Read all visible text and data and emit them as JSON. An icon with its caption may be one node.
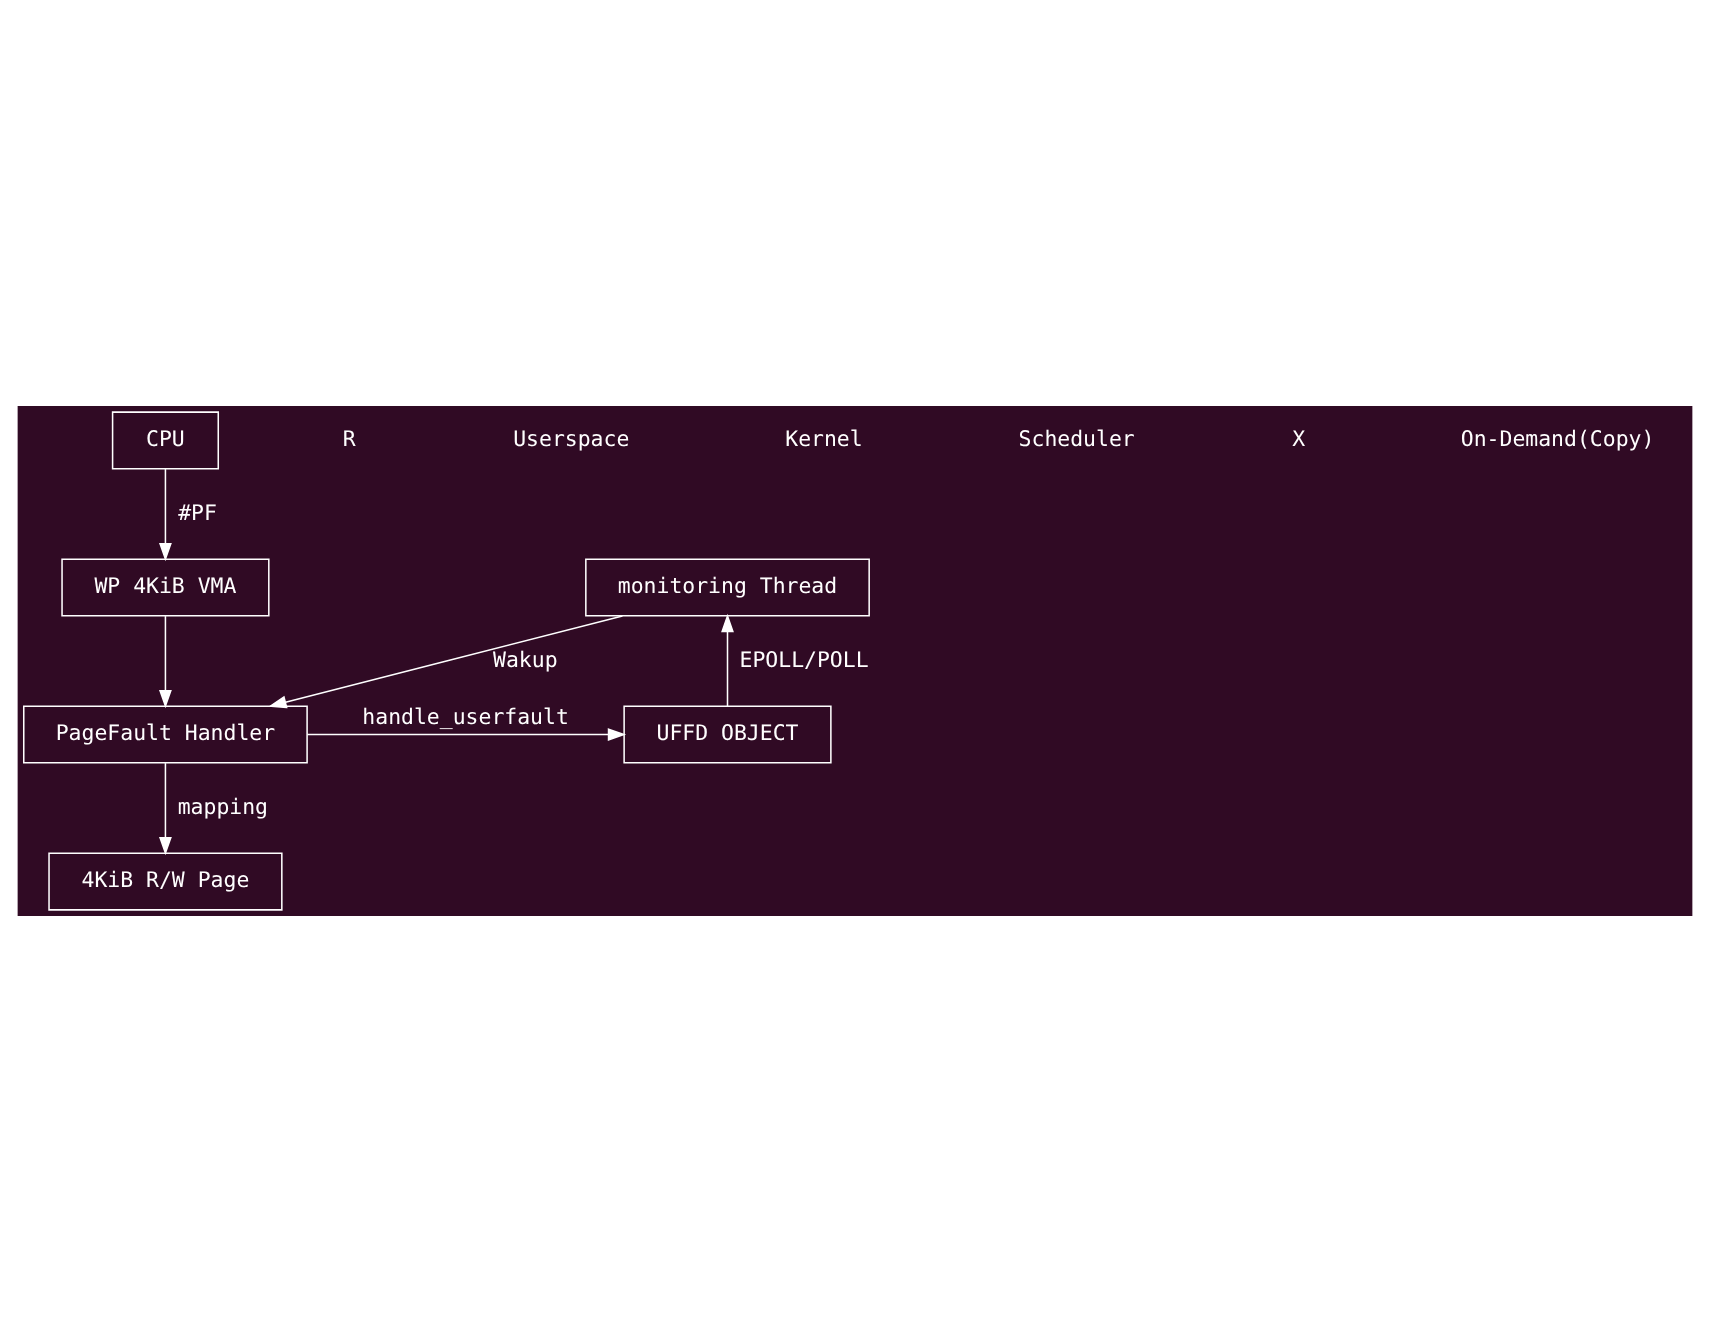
{
  "diagram": {
    "nodes": [
      {
        "text": [
          "CPU"
        ]
      },
      {
        "text": [
          "WP 4KiB VMA"
        ]
      },
      {
        "text": [
          "monitoring Thread"
        ]
      },
      {
        "text": [
          "PageFault Handler"
        ]
      },
      {
        "text": [
          "UFFD OBJECT"
        ]
      },
      {
        "text": [
          "4KiB R/W Page"
        ]
      }
    ],
    "edges": [
      {
        "from": 0,
        "to": 1,
        "arrow": "to",
        "label": "#PF"
      },
      {
        "from": 1,
        "to": 3,
        "arrow": "to"
      },
      {
        "from": 3,
        "to": 4,
        "arrow": "to",
        "label": "handle_userfault"
      },
      {
        "from": 4,
        "to": 2,
        "arrow": "to",
        "label": "EPOLL/POLL"
      },
      {
        "from": 2,
        "to": 3,
        "arrow": "to",
        "label": "Wakup"
      },
      {
        "from": 3,
        "to": 5,
        "arrow": "to",
        "label": "mapping"
      }
    ],
    "labels": [
      "R",
      "Userspace",
      "Kernel",
      "Scheduler",
      "X",
      "On-Demand(Copy)"
    ]
  }
}
